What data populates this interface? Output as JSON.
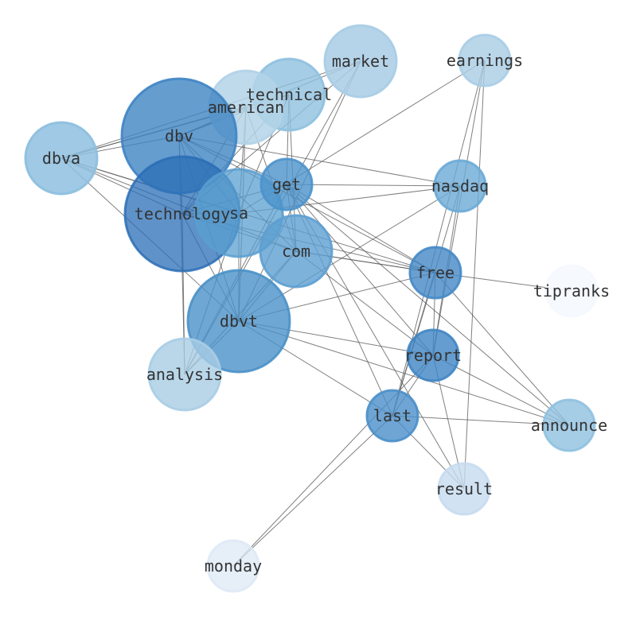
{
  "nodes": [
    {
      "id": "market",
      "label": "market",
      "color": "#a9cde5",
      "opacity": 0.85
    },
    {
      "id": "earnings",
      "label": "earnings",
      "color": "#a9cde5",
      "opacity": 0.8
    },
    {
      "id": "technical",
      "label": "technical",
      "color": "#8ec0df",
      "opacity": 0.8
    },
    {
      "id": "american",
      "label": "american",
      "color": "#b3d3e8",
      "opacity": 0.85
    },
    {
      "id": "dbv",
      "label": "dbv",
      "color": "#3f84c3",
      "opacity": 0.8
    },
    {
      "id": "dbva",
      "label": "dbva",
      "color": "#8ec0df",
      "opacity": 0.85
    },
    {
      "id": "technology",
      "label": "technology",
      "color": "#2a6db5",
      "opacity": 0.75
    },
    {
      "id": "sa",
      "label": "sa",
      "color": "#5a9fd0",
      "opacity": 0.75
    },
    {
      "id": "get",
      "label": "get",
      "color": "#4b92cb",
      "opacity": 0.8
    },
    {
      "id": "nasdaq",
      "label": "nasdaq",
      "color": "#6aaad6",
      "opacity": 0.8
    },
    {
      "id": "com",
      "label": "com",
      "color": "#5d9fd1",
      "opacity": 0.8
    },
    {
      "id": "free",
      "label": "free",
      "color": "#4588c6",
      "opacity": 0.8
    },
    {
      "id": "tipranks",
      "label": "tipranks",
      "color": "#f5f9ff",
      "opacity": 0.9
    },
    {
      "id": "dbvt",
      "label": "dbvt",
      "color": "#4a91c8",
      "opacity": 0.8
    },
    {
      "id": "report",
      "label": "report",
      "color": "#3f85c4",
      "opacity": 0.8
    },
    {
      "id": "analysis",
      "label": "analysis",
      "color": "#a9cde5",
      "opacity": 0.8
    },
    {
      "id": "last",
      "label": "last",
      "color": "#4a8fc9",
      "opacity": 0.8
    },
    {
      "id": "announce",
      "label": "announce",
      "color": "#8fc1e0",
      "opacity": 0.8
    },
    {
      "id": "result",
      "label": "result",
      "color": "#c6dbef",
      "opacity": 0.8
    },
    {
      "id": "monday",
      "label": "monday",
      "color": "#dde9f6",
      "opacity": 0.75
    }
  ],
  "edges": [
    [
      "dbv",
      "technology"
    ],
    [
      "dbv",
      "sa"
    ],
    [
      "dbv",
      "dbvt"
    ],
    [
      "dbv",
      "american"
    ],
    [
      "dbv",
      "technical"
    ],
    [
      "dbv",
      "market"
    ],
    [
      "dbv",
      "dbva"
    ],
    [
      "dbv",
      "com"
    ],
    [
      "dbv",
      "get"
    ],
    [
      "dbv",
      "nasdaq"
    ],
    [
      "dbv",
      "free"
    ],
    [
      "dbv",
      "analysis"
    ],
    [
      "dbva",
      "technology"
    ],
    [
      "dbva",
      "american"
    ],
    [
      "dbva",
      "technical"
    ],
    [
      "dbva",
      "market"
    ],
    [
      "dbva",
      "sa"
    ],
    [
      "dbva",
      "dbvt"
    ],
    [
      "dbva",
      "free"
    ],
    [
      "dbva",
      "com"
    ],
    [
      "technology",
      "sa"
    ],
    [
      "technology",
      "dbvt"
    ],
    [
      "technology",
      "analysis"
    ],
    [
      "technology",
      "american"
    ],
    [
      "technology",
      "technical"
    ],
    [
      "technology",
      "market"
    ],
    [
      "technology",
      "com"
    ],
    [
      "technology",
      "get"
    ],
    [
      "technology",
      "free"
    ],
    [
      "sa",
      "dbvt"
    ],
    [
      "sa",
      "american"
    ],
    [
      "sa",
      "technical"
    ],
    [
      "american",
      "com"
    ],
    [
      "american",
      "dbvt"
    ],
    [
      "technical",
      "com"
    ],
    [
      "technical",
      "get"
    ],
    [
      "market",
      "dbvt"
    ],
    [
      "market",
      "analysis"
    ],
    [
      "earnings",
      "sa"
    ],
    [
      "earnings",
      "report"
    ],
    [
      "earnings",
      "last"
    ],
    [
      "earnings",
      "result"
    ],
    [
      "get",
      "nasdaq"
    ],
    [
      "get",
      "free"
    ],
    [
      "get",
      "report"
    ],
    [
      "get",
      "last"
    ],
    [
      "get",
      "announce"
    ],
    [
      "get",
      "result"
    ],
    [
      "get",
      "com"
    ],
    [
      "nasdaq",
      "dbvt"
    ],
    [
      "nasdaq",
      "last"
    ],
    [
      "nasdaq",
      "report"
    ],
    [
      "nasdaq",
      "sa"
    ],
    [
      "com",
      "free"
    ],
    [
      "com",
      "report"
    ],
    [
      "com",
      "dbvt"
    ],
    [
      "com",
      "analysis"
    ],
    [
      "free",
      "tipranks"
    ],
    [
      "free",
      "dbvt"
    ],
    [
      "free",
      "last"
    ],
    [
      "free",
      "report"
    ],
    [
      "free",
      "announce"
    ],
    [
      "free",
      "com"
    ],
    [
      "dbvt",
      "report"
    ],
    [
      "dbvt",
      "announce"
    ],
    [
      "dbvt",
      "last"
    ],
    [
      "dbvt",
      "analysis"
    ],
    [
      "report",
      "last"
    ],
    [
      "report",
      "announce"
    ],
    [
      "report",
      "result"
    ],
    [
      "last",
      "announce"
    ],
    [
      "last",
      "monday"
    ],
    [
      "last",
      "result"
    ],
    [
      "report",
      "monday"
    ],
    [
      "get",
      "analysis"
    ],
    [
      "sa",
      "analysis"
    ]
  ]
}
